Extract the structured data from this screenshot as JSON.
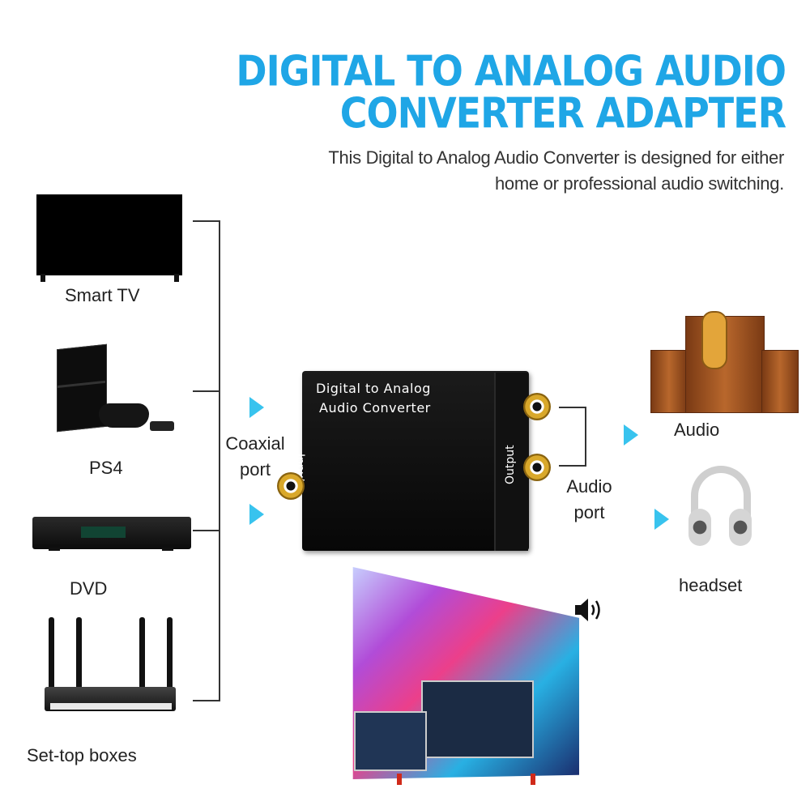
{
  "header": {
    "title_line1": "DIGITAL TO ANALOG AUDIO",
    "title_line2": "CONVERTER ADAPTER",
    "subtitle_line1": "This Digital to Analog Audio Converter is designed for either",
    "subtitle_line2": "home or professional audio switching."
  },
  "sources": [
    {
      "label": "Smart TV"
    },
    {
      "label": "PS4"
    },
    {
      "label": "DVD"
    },
    {
      "label": "Set-top boxes"
    }
  ],
  "converter": {
    "line1": "Digital to Analog",
    "line2": "Audio Converter",
    "input_label": "Input",
    "output_label": "Output"
  },
  "ports": {
    "input_line1": "Coaxial",
    "input_line2": "port",
    "output_line1": "Audio",
    "output_line2": "port"
  },
  "outputs": [
    {
      "label": "Audio"
    },
    {
      "label": "headset"
    }
  ],
  "colors": {
    "accent": "#1fa6e6",
    "arrow": "#38c3ee"
  },
  "icons": {
    "sound": "speaker-volume-icon",
    "arrow": "right-arrow-icon"
  }
}
